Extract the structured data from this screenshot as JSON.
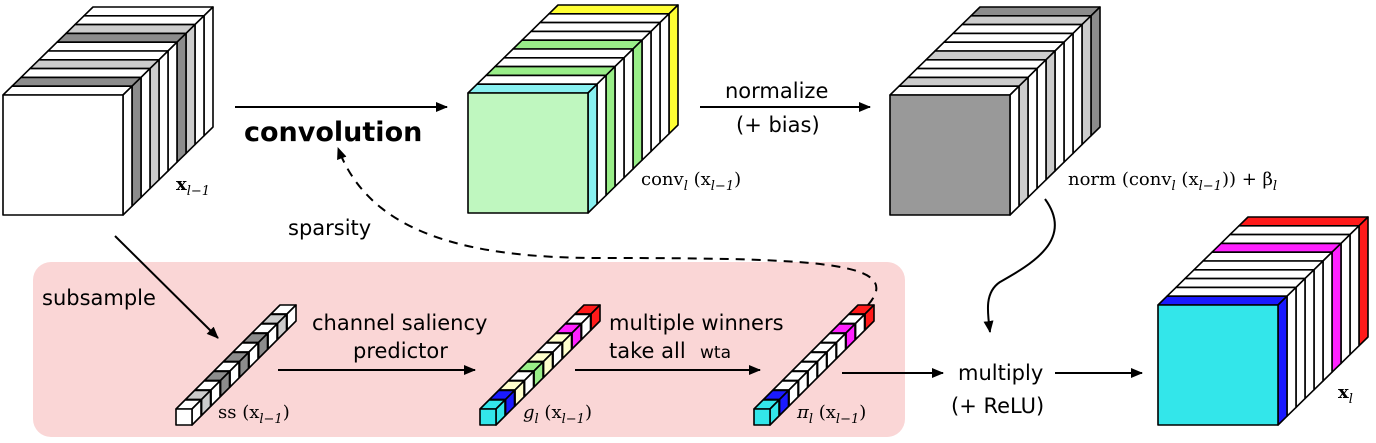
{
  "colors": {
    "highlight_box": "#fad6d6",
    "input_face": "#ffffff",
    "conv_face": "#bff7bf",
    "norm_face": "#999999",
    "output_face": "#33e6ea",
    "stripe_gray_dark": "#8c8c8c",
    "stripe_gray_light": "#cccccc",
    "stripe_yellow": "#ffff33",
    "stripe_green": "#99ee88",
    "stripe_cyan": "#88f0f0",
    "stripe_red": "#ff1a1a",
    "stripe_magenta": "#ff22ff",
    "stripe_blue": "#1a1aff",
    "stripe_light_yellow": "#ffffcc"
  },
  "labels": {
    "convolution": "convolution",
    "normalize": "normalize",
    "plus_bias": "(+ bias)",
    "sparsity": "sparsity",
    "subsample": "subsample",
    "channel_saliency": "channel saliency",
    "predictor": "predictor",
    "multiple_winners": "multiple winners",
    "take_all": "take all",
    "wta": "wta",
    "multiply": "multiply",
    "plus_relu": "(+ ReLU)"
  },
  "math": {
    "x_prev": {
      "base": "x",
      "sub": "l−1"
    },
    "conv": {
      "text": "conv",
      "sub": "l",
      "arg": " (x",
      "argsub": "l−1",
      "close": ")"
    },
    "norm": {
      "text": "norm (conv",
      "sub": "l",
      "arg": " (x",
      "argsub": "l−1",
      "close": ")) + β",
      "endsub": "l"
    },
    "ss": {
      "text": "ss (x",
      "sub": "l−1",
      "close": ")"
    },
    "g": {
      "text": "g",
      "sub": "l",
      "arg": " (x",
      "argsub": "l−1",
      "close": ")"
    },
    "pi": {
      "text": "π",
      "sub": "l",
      "arg": " (x",
      "argsub": "l−1",
      "close": ")"
    },
    "x_out": {
      "base": "x",
      "sub": "l"
    }
  },
  "icons": [
    "input-tensor-icon",
    "conv-tensor-icon",
    "norm-tensor-icon",
    "output-tensor-icon",
    "ss-vector-icon",
    "g-vector-icon",
    "pi-vector-icon"
  ]
}
